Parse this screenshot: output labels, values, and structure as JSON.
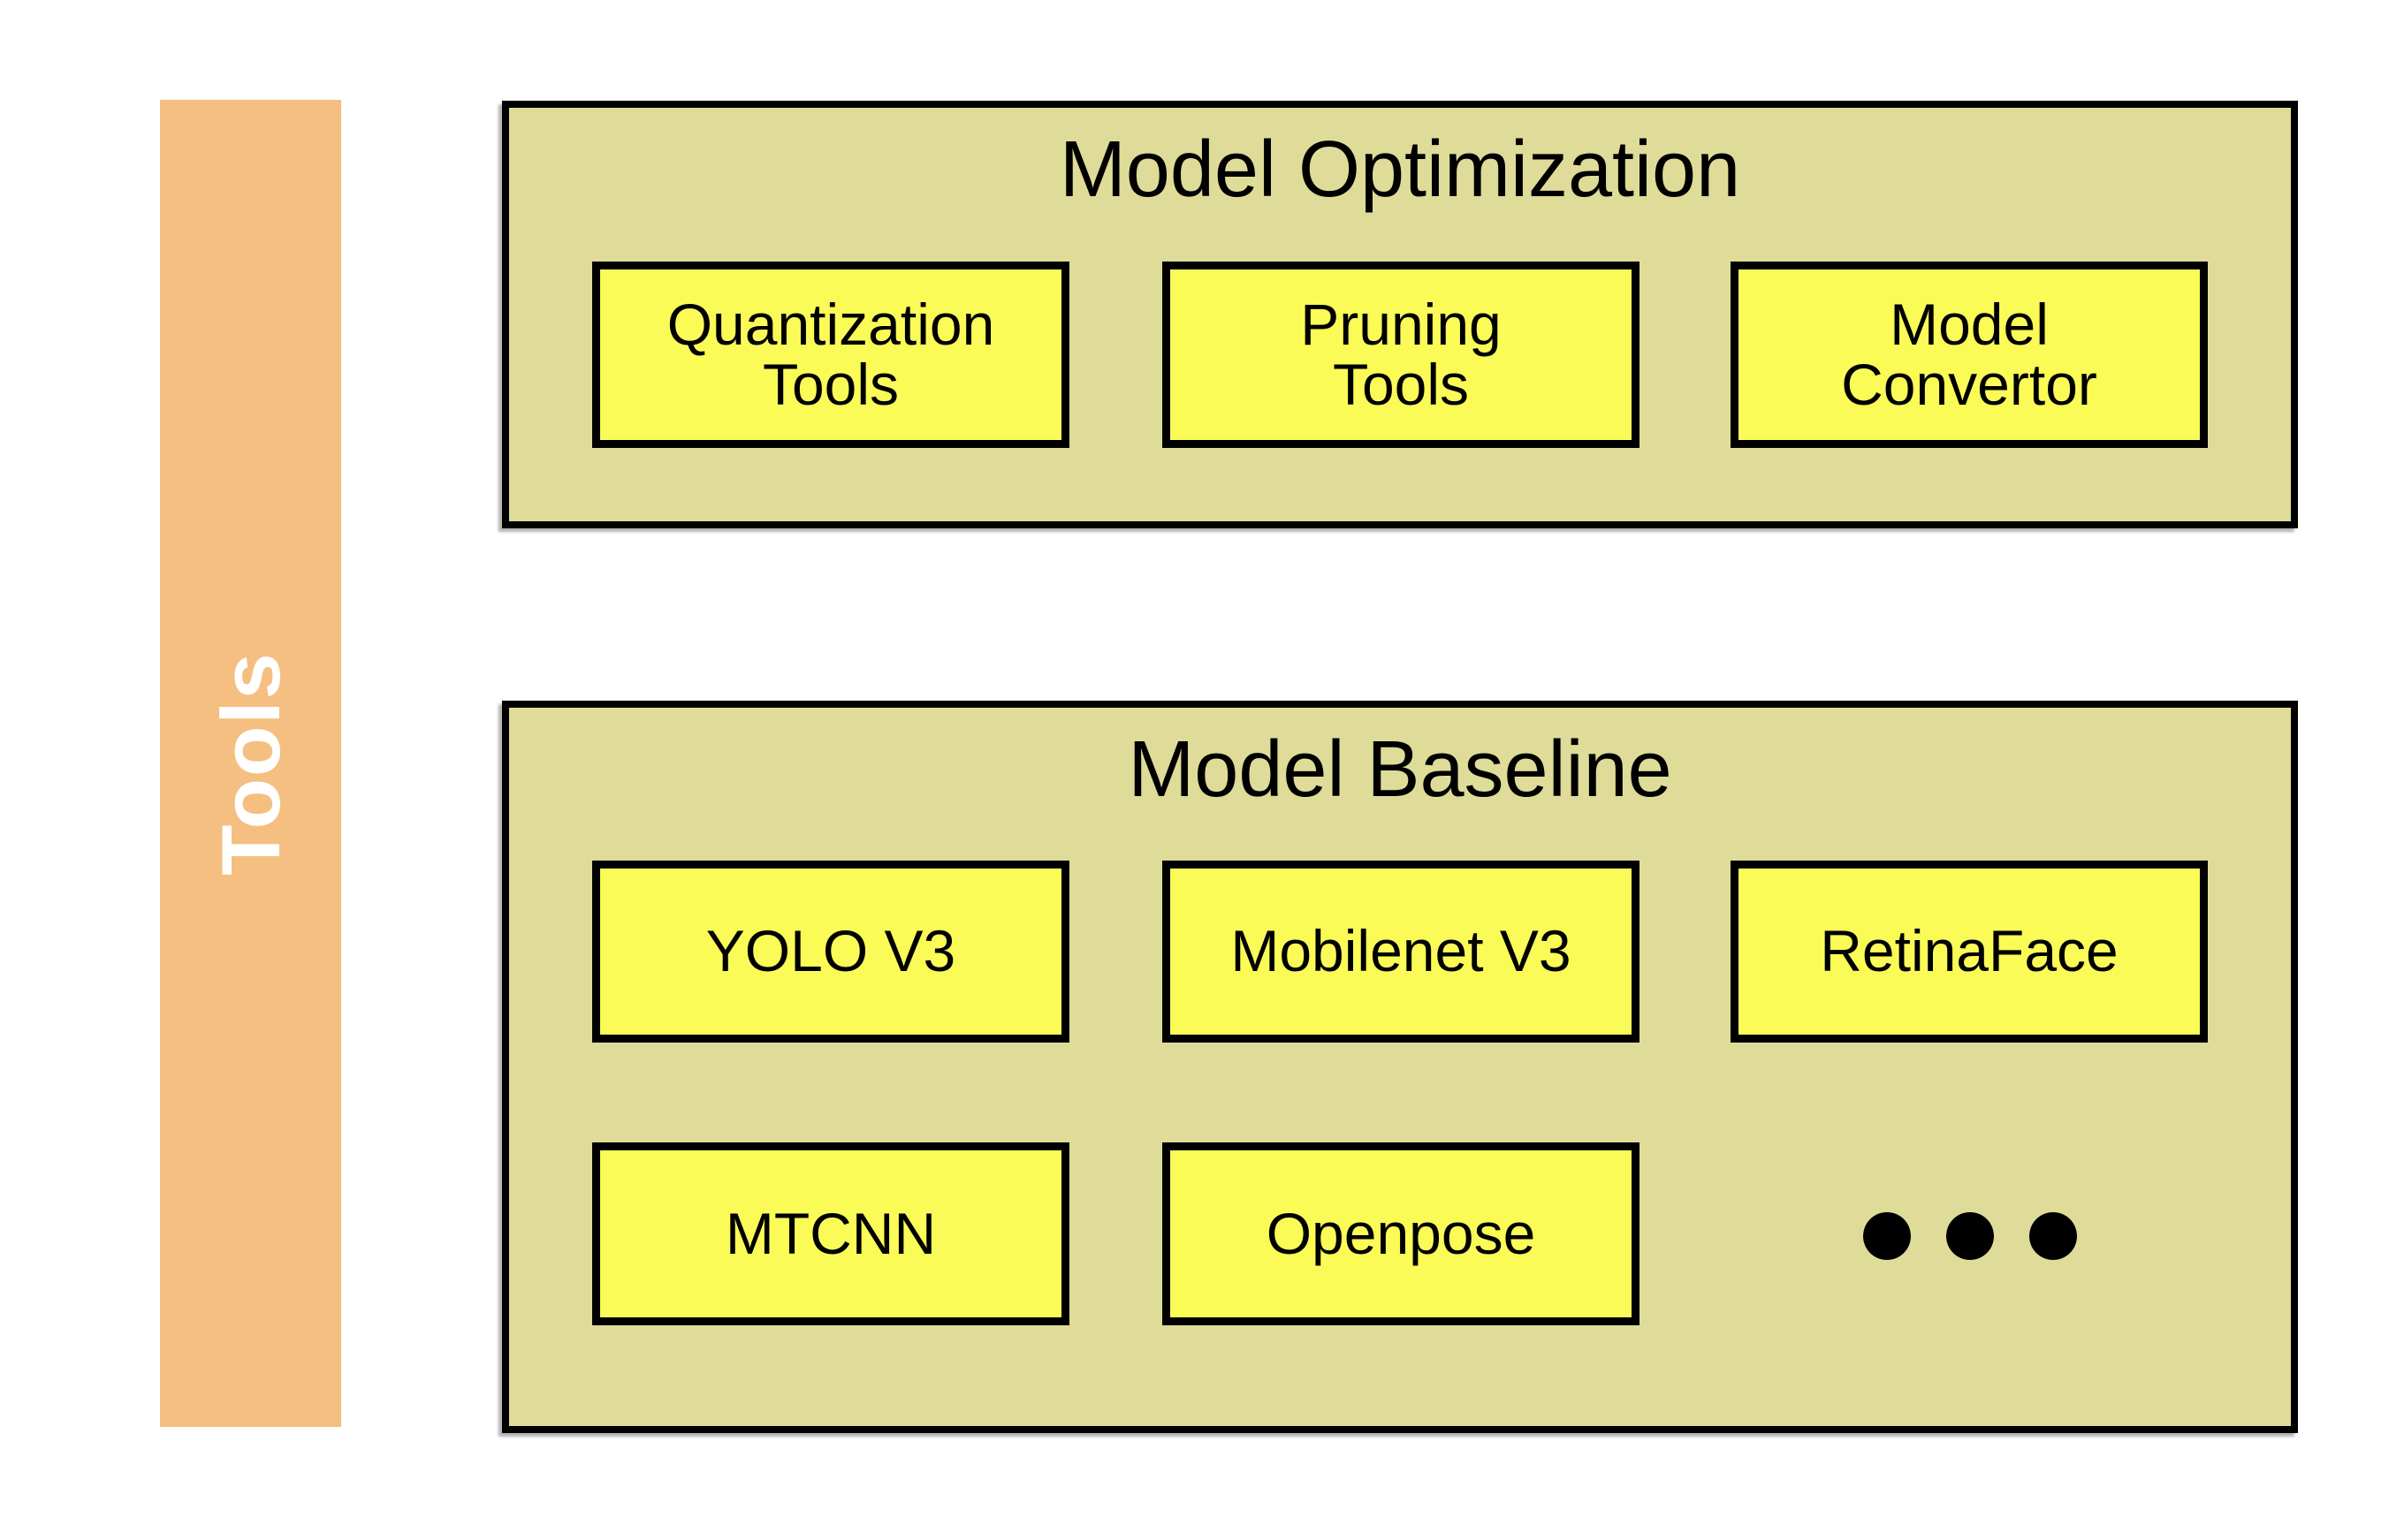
{
  "colors": {
    "background": "#FFFFFF",
    "section_fill": "#DFDC99",
    "item_fill": "#FBFB58",
    "sidebar_fill": "#F4BF81",
    "sidebar_text": "#FFFFFF",
    "border": "#000000",
    "text": "#000000",
    "ellipsis_dot": "#000000"
  },
  "sidebar": {
    "label": "Tools"
  },
  "sections": {
    "optimization": {
      "title": "Model Optimization",
      "items": [
        {
          "label": "Quantization\nTools"
        },
        {
          "label": "Pruning\nTools"
        },
        {
          "label": "Model\nConvertor"
        }
      ]
    },
    "baseline": {
      "title": "Model Baseline",
      "row1": [
        {
          "label": "YOLO V3"
        },
        {
          "label": "Mobilenet V3"
        },
        {
          "label": "RetinaFace"
        }
      ],
      "row2": [
        {
          "label": "MTCNN"
        },
        {
          "label": "Openpose"
        }
      ],
      "more_indicator": "ellipsis (3 dots)"
    }
  }
}
